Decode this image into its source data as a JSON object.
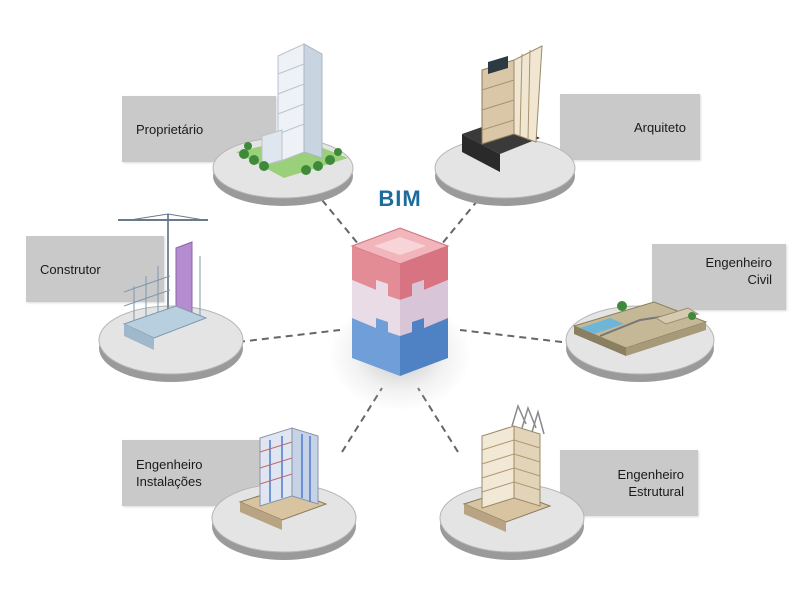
{
  "center": {
    "title": "BIM"
  },
  "nodes": {
    "proprietario": {
      "label": "Proprietário",
      "icon": "office-tower-with-trees-icon"
    },
    "arquiteto": {
      "label": "Arquiteto",
      "icon": "dark-glass-tower-icon"
    },
    "construtor": {
      "label": "Construtor",
      "icon": "building-under-construction-with-crane-icon"
    },
    "engenheiro_civil": {
      "lines": [
        "Engenheiro",
        "Civil"
      ],
      "icon": "terrain-site-plan-icon"
    },
    "engenheiro_instalacoes": {
      "lines": [
        "Engenheiro",
        "Instalações"
      ],
      "icon": "building-installations-model-icon"
    },
    "engenheiro_estrutural": {
      "lines": [
        "Engenheiro",
        "Estrutural"
      ],
      "icon": "building-structural-model-icon"
    }
  },
  "colors": {
    "title": "#1c6c9c",
    "label_bg": "#c9c9c9",
    "cube_top": "#e08890",
    "cube_mid": "#e8d0dc",
    "cube_bottom": "#5a8fd0",
    "platform": "#dcdcdc"
  }
}
